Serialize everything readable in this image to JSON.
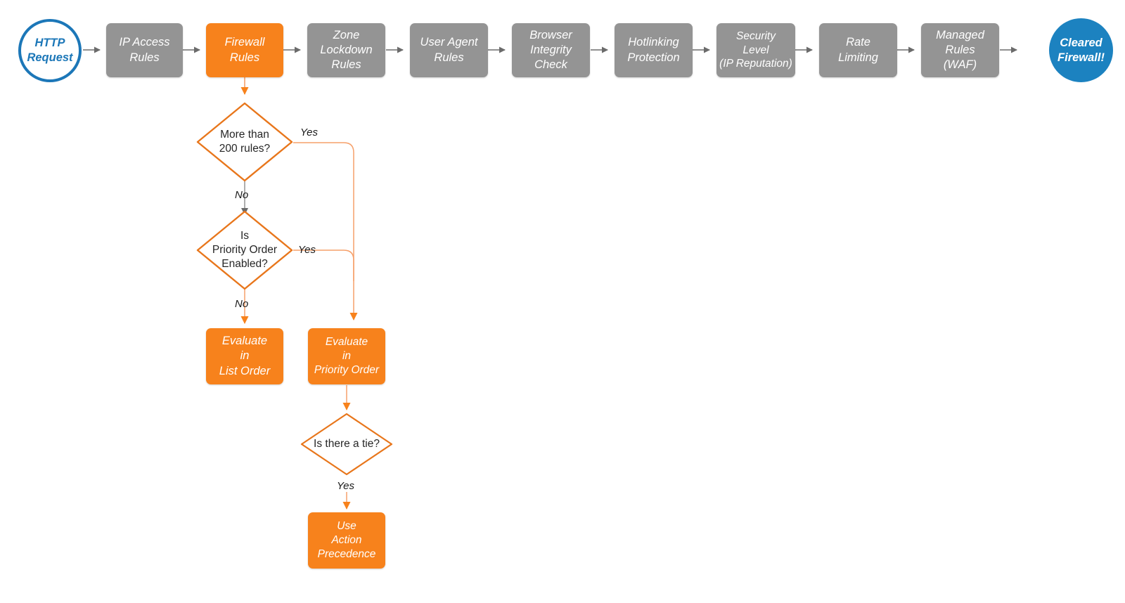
{
  "diagram": {
    "title": "Cloudflare firewall request evaluation order",
    "colors": {
      "gray_fill": "#949494",
      "orange_fill": "#F7821C",
      "orange_stroke": "#E8761B",
      "orange_light_stroke": "#F6A06A",
      "blue_stroke": "#1C77B8",
      "blue_fill": "#1C82C0",
      "arrow_gray": "#6B6B6B",
      "text_dark": "#262626",
      "node_text": "#FFFFFF"
    }
  },
  "pipeline": {
    "start": {
      "label_line1": "HTTP",
      "label_line2": "Request"
    },
    "steps": [
      {
        "id": "ip-access-rules",
        "lines": [
          "IP Access",
          "Rules"
        ],
        "highlight": false
      },
      {
        "id": "firewall-rules",
        "lines": [
          "Firewall",
          "Rules"
        ],
        "highlight": true
      },
      {
        "id": "zone-lockdown-rules",
        "lines": [
          "Zone",
          "Lockdown",
          "Rules"
        ],
        "highlight": false
      },
      {
        "id": "user-agent-rules",
        "lines": [
          "User Agent",
          "Rules"
        ],
        "highlight": false
      },
      {
        "id": "browser-integrity-check",
        "lines": [
          "Browser",
          "Integrity",
          "Check"
        ],
        "highlight": false
      },
      {
        "id": "hotlinking-protection",
        "lines": [
          "Hotlinking",
          "Protection"
        ],
        "highlight": false
      },
      {
        "id": "security-level",
        "lines": [
          "Security",
          "Level",
          "(IP Reputation)"
        ],
        "highlight": false
      },
      {
        "id": "rate-limiting",
        "lines": [
          "Rate",
          "Limiting"
        ],
        "highlight": false
      },
      {
        "id": "managed-rules-waf",
        "lines": [
          "Managed",
          "Rules",
          "(WAF)"
        ],
        "highlight": false
      }
    ],
    "end": {
      "label_line1": "Cleared",
      "label_line2": "Firewall!"
    }
  },
  "branch": {
    "decisions": [
      {
        "id": "more-than-200-rules",
        "lines": [
          "More than",
          "200 rules?"
        ]
      },
      {
        "id": "is-priority-order-enabled",
        "lines": [
          "Is",
          "Priority Order",
          "Enabled?"
        ]
      },
      {
        "id": "is-there-a-tie",
        "lines": [
          "Is there a tie?"
        ]
      }
    ],
    "outcomes": [
      {
        "id": "evaluate-in-list-order",
        "lines": [
          "Evaluate",
          "in",
          "List Order"
        ]
      },
      {
        "id": "evaluate-in-priority-order",
        "lines": [
          "Evaluate",
          "in",
          "Priority Order"
        ]
      },
      {
        "id": "use-action-precedence",
        "lines": [
          "Use",
          "Action",
          "Precedence"
        ]
      }
    ],
    "edge_labels": {
      "d1_yes": "Yes",
      "d1_no": "No",
      "d2_yes": "Yes",
      "d2_no": "No",
      "d3_yes": "Yes"
    }
  }
}
